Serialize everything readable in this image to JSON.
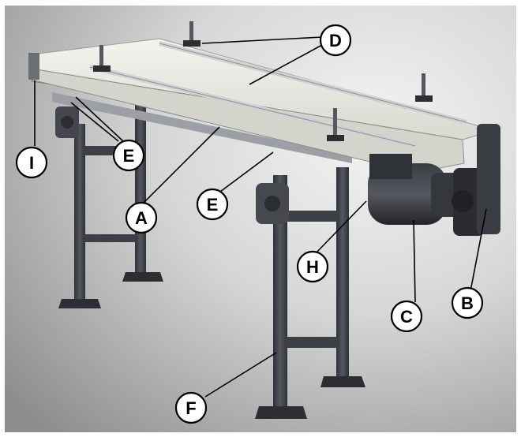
{
  "callouts": {
    "A": "A",
    "B": "B",
    "C": "C",
    "D": "D",
    "E": "E",
    "F": "F",
    "H": "H",
    "I": "I"
  },
  "colors": {
    "background_light": "#f2f2f2",
    "background_dark": "#8a8a8a",
    "belt": "#e8e8e2",
    "frame_steel": "#b4b6b8",
    "legs_dark": "#3c3f44",
    "motor_dark": "#2a2c30",
    "callout_fill": "#ffffff",
    "callout_stroke": "#000000"
  }
}
